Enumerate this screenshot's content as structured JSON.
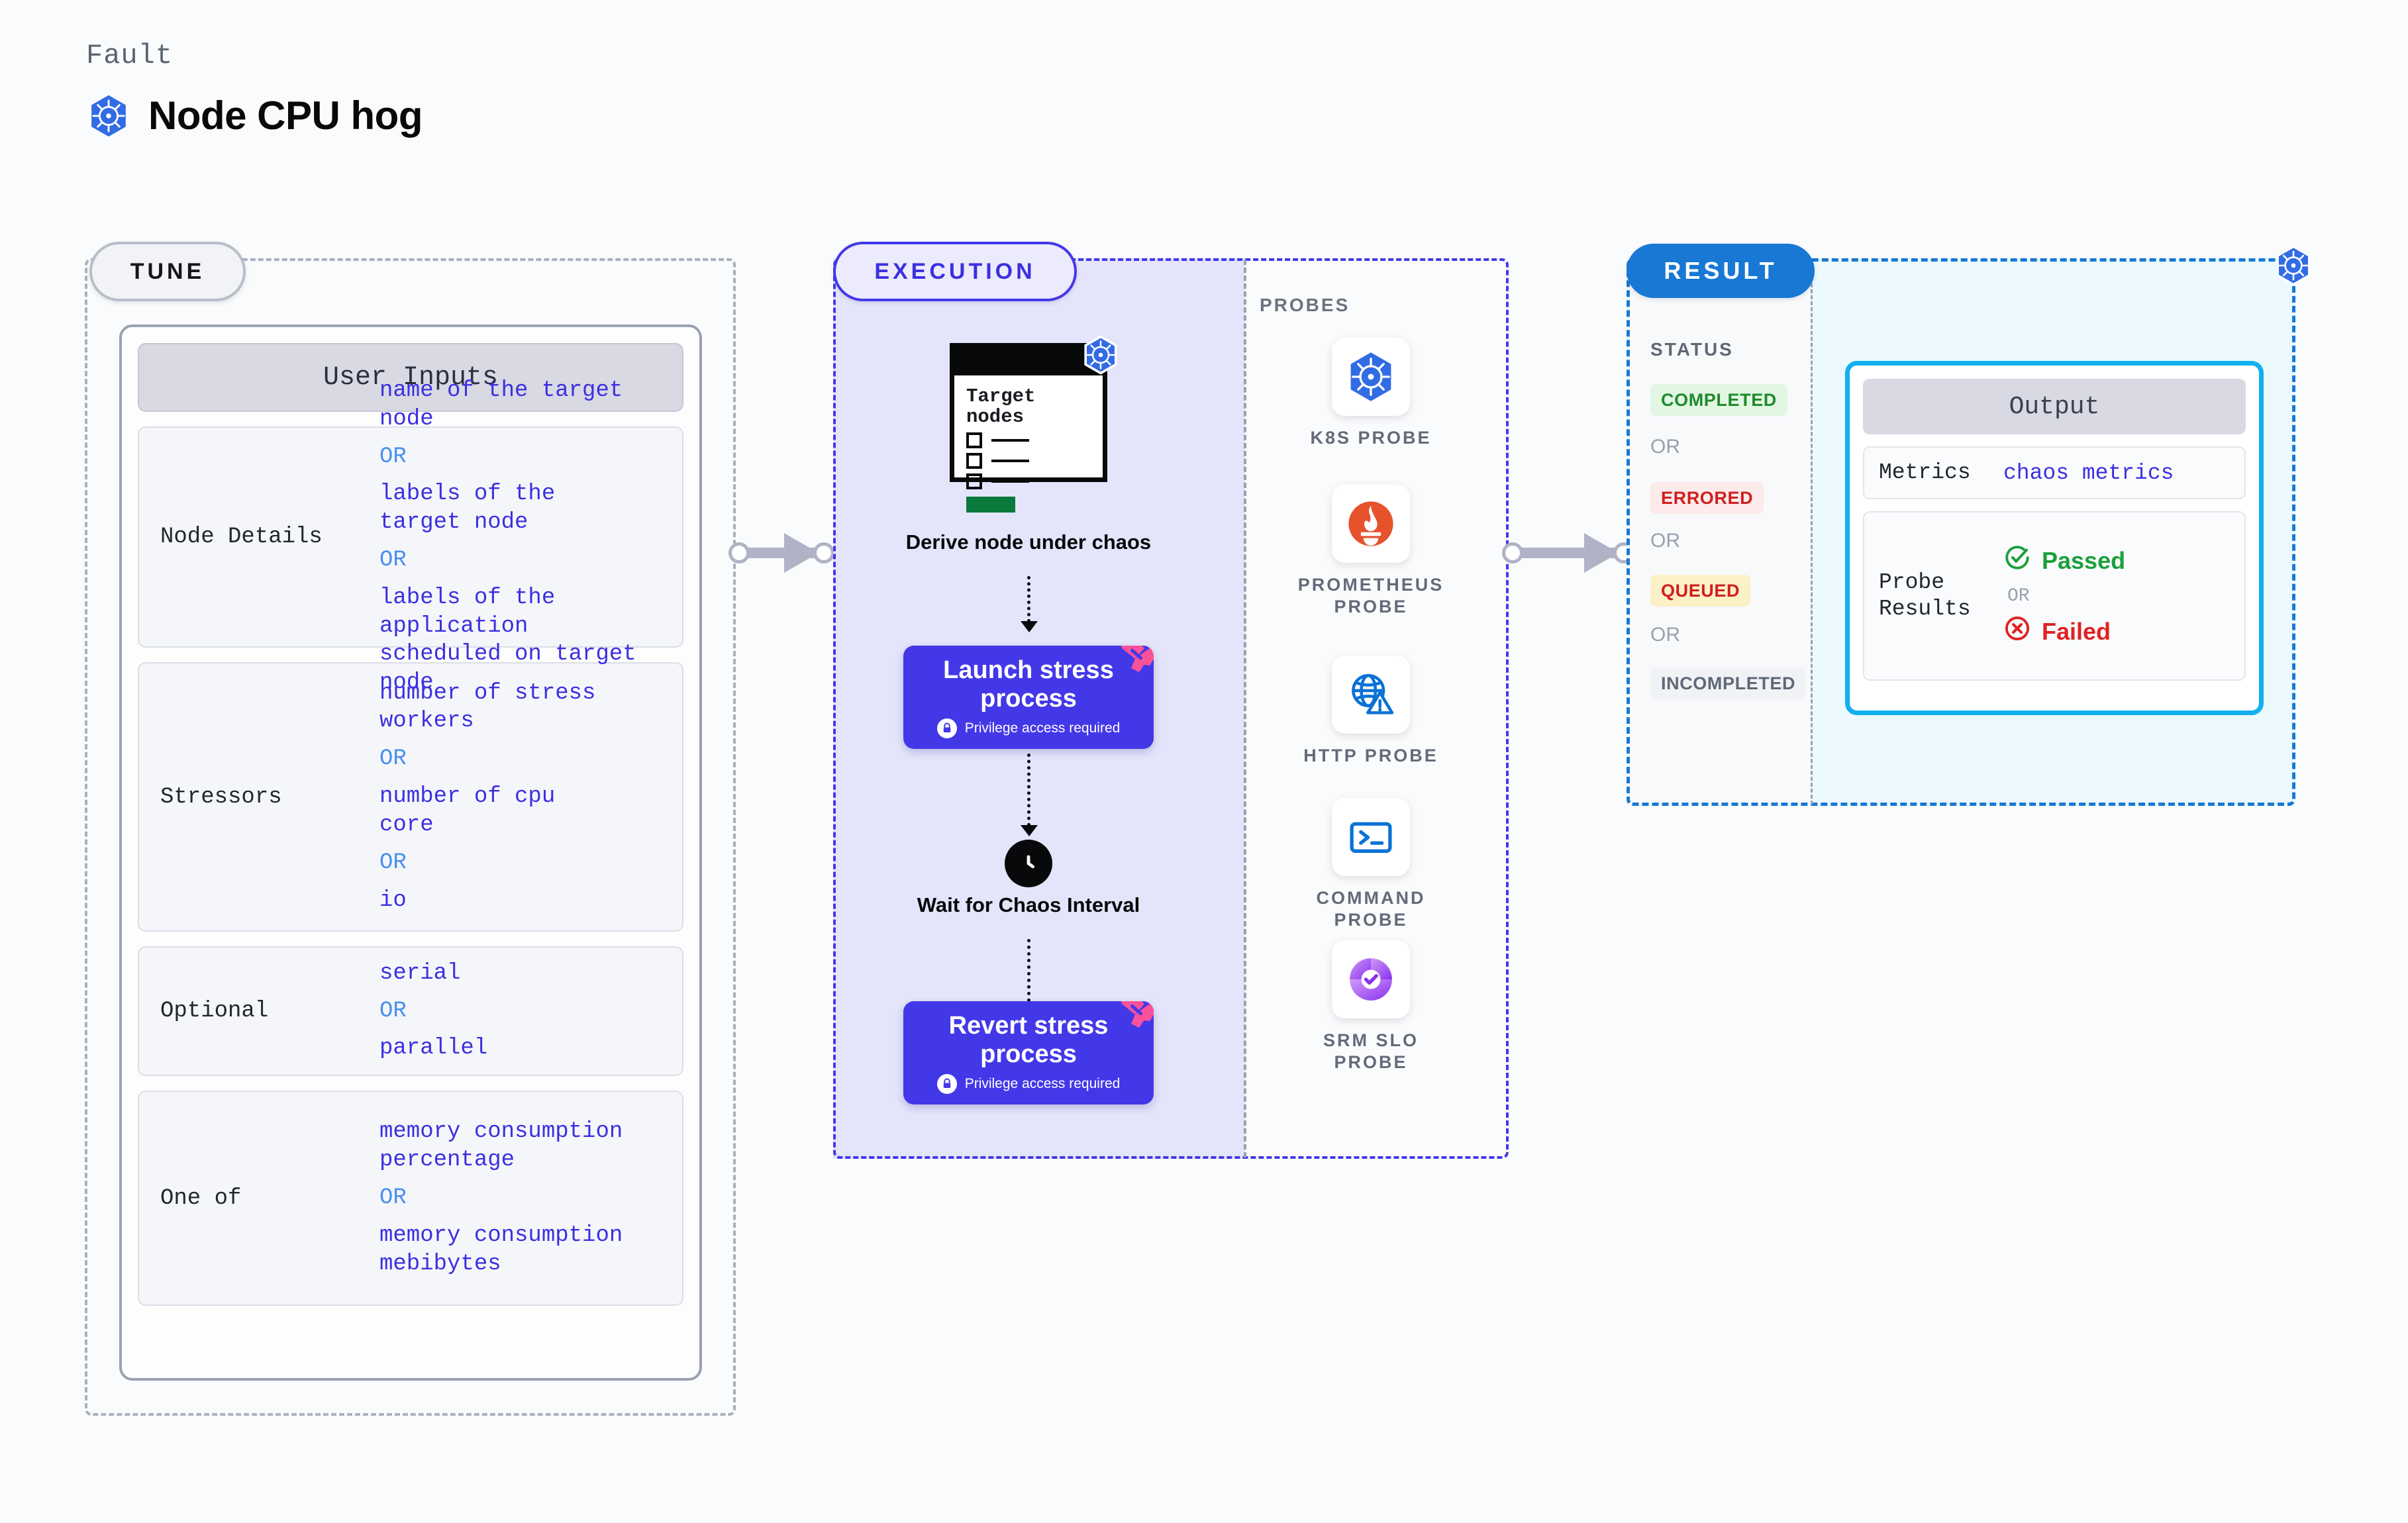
{
  "header": {
    "kicker": "Fault",
    "title": "Node CPU hog",
    "logo_icon": "kubernetes-icon"
  },
  "tune": {
    "pill_label": "TUNE",
    "card_title": "User Inputs",
    "rows": [
      {
        "key": "Node Details",
        "values": [
          "name of the target\nnode",
          "labels of the\ntarget node",
          "labels of the application\n scheduled on target node"
        ],
        "separator": "OR"
      },
      {
        "key": "Stressors",
        "values": [
          "number of stress\nworkers",
          "number of cpu\ncore",
          "io"
        ],
        "separator": "OR"
      },
      {
        "key": "Optional",
        "values": [
          "serial",
          "parallel"
        ],
        "separator": "OR"
      },
      {
        "key": "One of",
        "values": [
          "memory consumption\npercentage",
          "memory consumption\nmebibytes"
        ],
        "separator": "OR"
      }
    ]
  },
  "execution": {
    "pill_label": "EXECUTION",
    "doc": {
      "title": "Target\nnodes",
      "icon": "kubernetes-icon",
      "checkbox_count": 3,
      "accent_color": "#0a7a3c"
    },
    "steps": [
      {
        "label": "Derive node under\nchaos",
        "type": "document"
      },
      {
        "label": "Launch stress\nprocess",
        "type": "action",
        "badge": "Privilege access required",
        "badge_icon": "lock-icon",
        "ribbon_icon": "ribbon-icon",
        "color": "#4338e8"
      },
      {
        "label": "Wait for Chaos\nInterval",
        "type": "wait",
        "icon": "clock-icon"
      },
      {
        "label": "Revert stress\nprocess",
        "type": "action",
        "badge": "Privilege access required",
        "badge_icon": "lock-icon",
        "ribbon_icon": "ribbon-icon",
        "color": "#4338e8"
      }
    ]
  },
  "probes": {
    "label": "PROBES",
    "items": [
      {
        "name": "K8S PROBE",
        "icon": "kubernetes-icon"
      },
      {
        "name": "PROMETHEUS\nPROBE",
        "icon": "prometheus-torch-icon"
      },
      {
        "name": "HTTP PROBE",
        "icon": "globe-warning-icon"
      },
      {
        "name": "COMMAND\nPROBE",
        "icon": "terminal-icon"
      },
      {
        "name": "SRM SLO\nPROBE",
        "icon": "slo-donut-check-icon"
      }
    ]
  },
  "result": {
    "pill_label": "RESULT",
    "corner_icon": "kubernetes-icon",
    "status_label": "STATUS",
    "separator": "OR",
    "statuses": [
      {
        "label": "COMPLETED",
        "color": "#1f8a2f",
        "bg": "#e2f7e2"
      },
      {
        "label": "ERRORED",
        "color": "#cf1f1f",
        "bg": "#fdeaea"
      },
      {
        "label": "QUEUED",
        "color": "#cf1f1f",
        "bg": "#fcf0c6"
      },
      {
        "label": "INCOMPLETED",
        "color": "#5f6876",
        "bg": "#f1f2f6"
      }
    ],
    "output": {
      "title": "Output",
      "rows": [
        {
          "key": "Metrics",
          "value": "chaos metrics"
        },
        {
          "key": "Probe\nResults",
          "pass": "Passed",
          "fail": "Failed",
          "separator": "OR",
          "pass_icon": "check-circle-icon",
          "fail_icon": "x-circle-icon"
        }
      ]
    }
  },
  "connectors": {
    "arrow_color": "#b0b3c6"
  }
}
